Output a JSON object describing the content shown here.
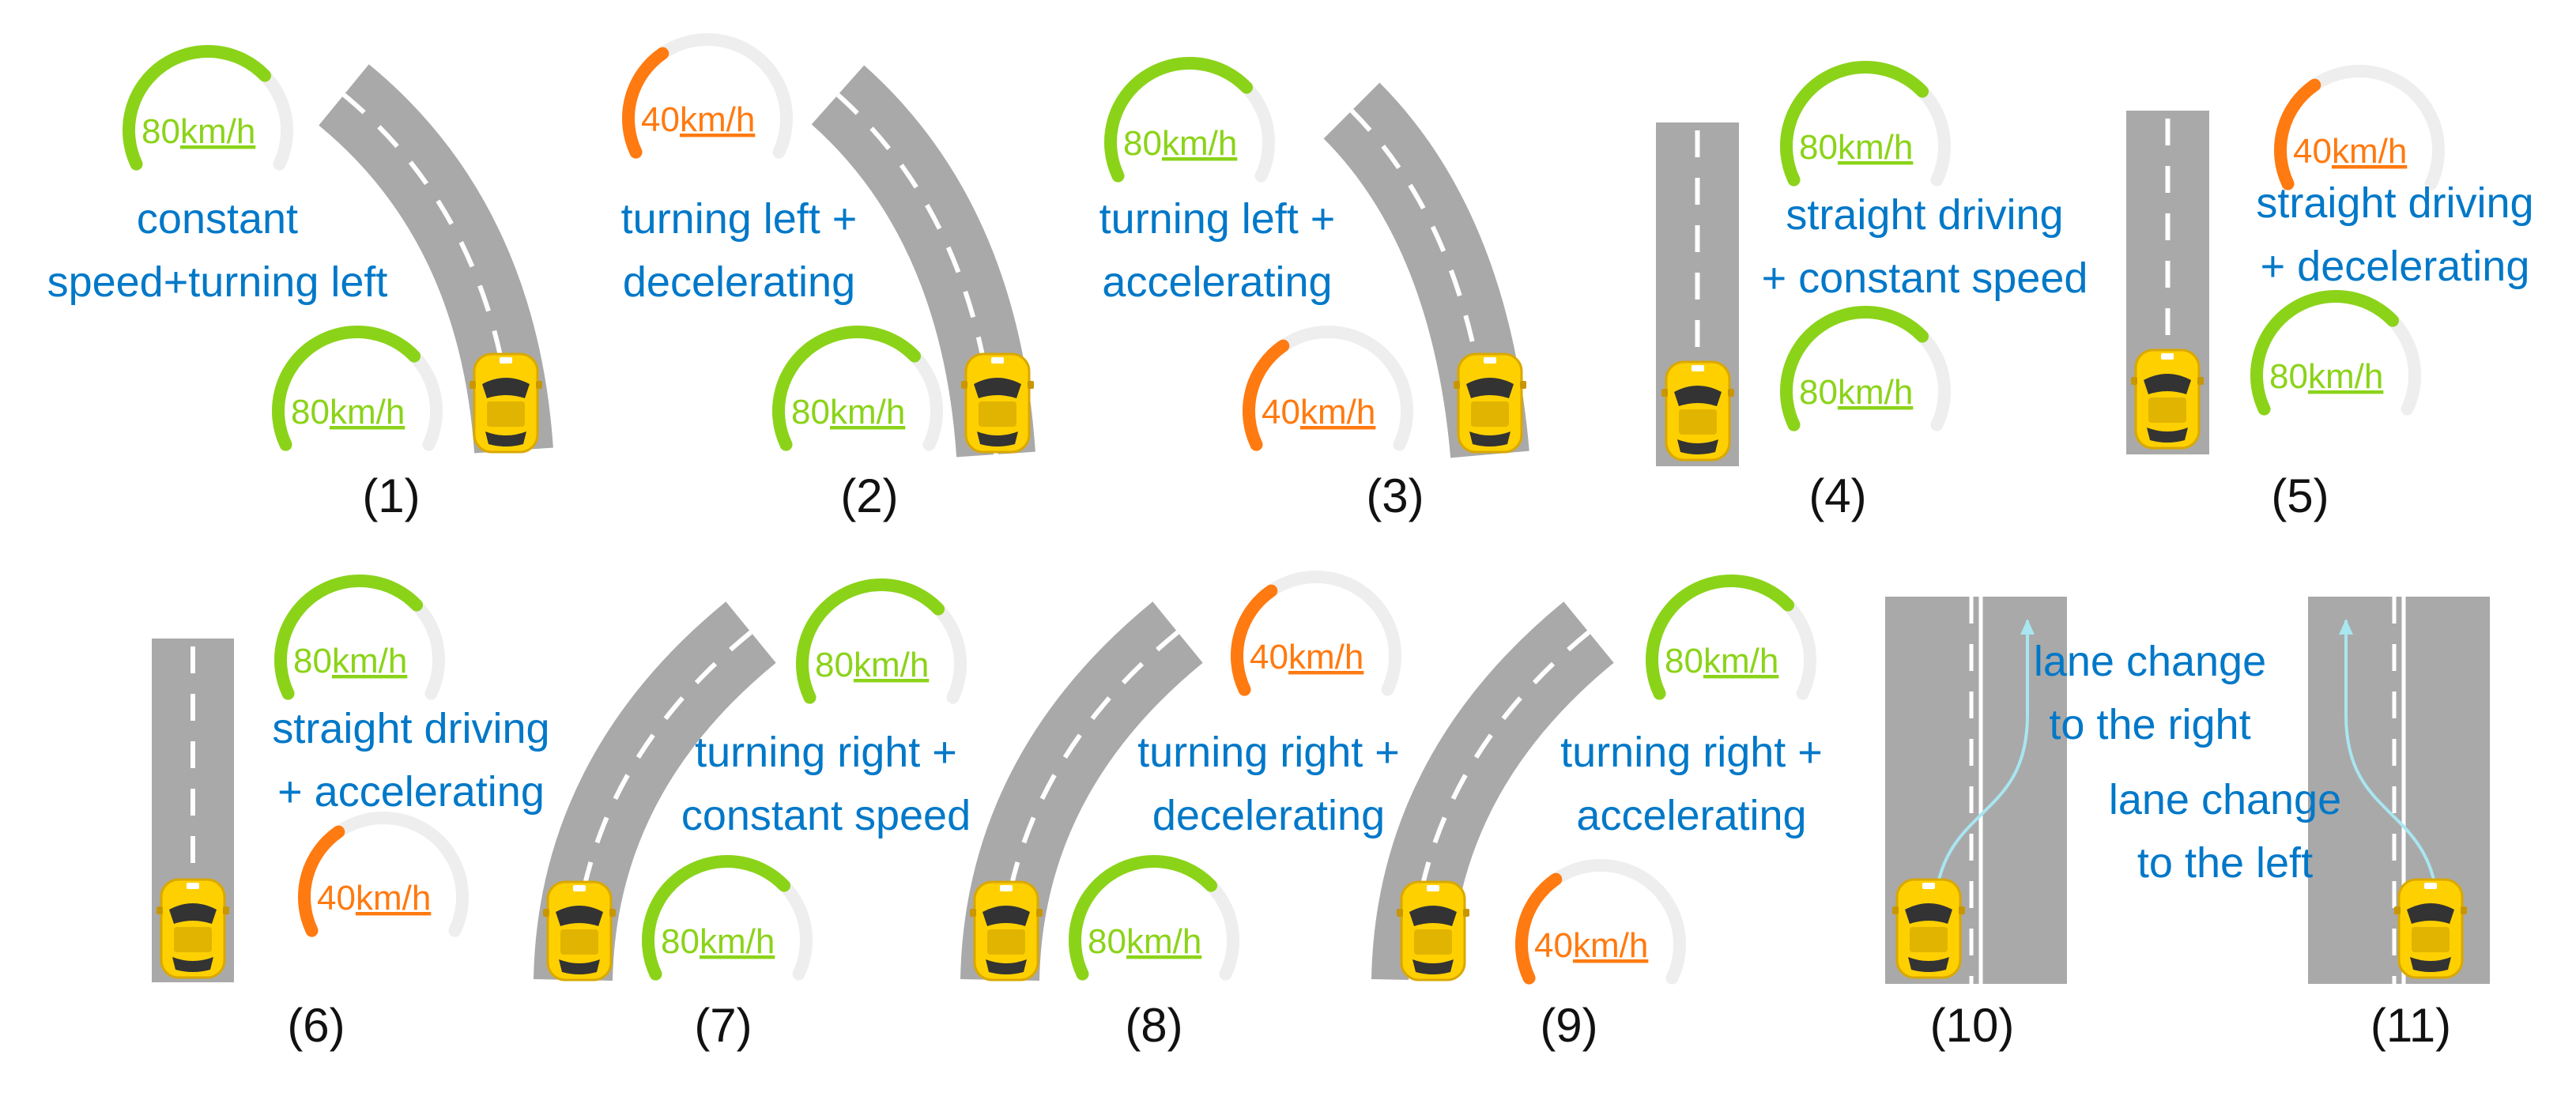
{
  "colors": {
    "green": "#8BD319",
    "orange": "#FF7A10",
    "blue": "#0078C8",
    "road": "#A9A9A9",
    "lane_mark": "#FFFFFF",
    "track": "#EEEEEE",
    "arrow": "#A8E6F0",
    "car_body": "#FFD000",
    "car_glass": "#333333",
    "label": "#111111"
  },
  "scenarios": [
    {
      "label": "(1)",
      "caption": [
        "constant",
        "speed+turning left"
      ],
      "road": "curve-left",
      "gauges": [
        {
          "value": 80,
          "unit": "km/h",
          "level": 0.7,
          "color": "green"
        },
        {
          "value": 80,
          "unit": "km/h",
          "level": 0.7,
          "color": "green"
        }
      ]
    },
    {
      "label": "(2)",
      "caption": [
        "turning left +",
        "decelerating"
      ],
      "road": "curve-left",
      "gauges": [
        {
          "value": 40,
          "unit": "km/h",
          "level": 0.35,
          "color": "orange"
        },
        {
          "value": 80,
          "unit": "km/h",
          "level": 0.7,
          "color": "green"
        }
      ]
    },
    {
      "label": "(3)",
      "caption": [
        "turning left +",
        "accelerating"
      ],
      "road": "curve-left",
      "gauges": [
        {
          "value": 80,
          "unit": "km/h",
          "level": 0.7,
          "color": "green"
        },
        {
          "value": 40,
          "unit": "km/h",
          "level": 0.35,
          "color": "orange"
        }
      ]
    },
    {
      "label": "(4)",
      "caption": [
        "straight driving",
        "+ constant speed"
      ],
      "road": "straight",
      "gauges": [
        {
          "value": 80,
          "unit": "km/h",
          "level": 0.7,
          "color": "green"
        },
        {
          "value": 80,
          "unit": "km/h",
          "level": 0.7,
          "color": "green"
        }
      ]
    },
    {
      "label": "(5)",
      "caption": [
        "straight driving",
        "+ decelerating"
      ],
      "road": "straight",
      "gauges": [
        {
          "value": 40,
          "unit": "km/h",
          "level": 0.35,
          "color": "orange"
        },
        {
          "value": 80,
          "unit": "km/h",
          "level": 0.7,
          "color": "green"
        }
      ]
    },
    {
      "label": "(6)",
      "caption": [
        "straight driving",
        "+ accelerating"
      ],
      "road": "straight",
      "gauges": [
        {
          "value": 80,
          "unit": "km/h",
          "level": 0.7,
          "color": "green"
        },
        {
          "value": 40,
          "unit": "km/h",
          "level": 0.35,
          "color": "orange"
        }
      ]
    },
    {
      "label": "(7)",
      "caption": [
        "turning right +",
        "constant speed"
      ],
      "road": "curve-right",
      "gauges": [
        {
          "value": 80,
          "unit": "km/h",
          "level": 0.7,
          "color": "green"
        },
        {
          "value": 80,
          "unit": "km/h",
          "level": 0.7,
          "color": "green"
        }
      ]
    },
    {
      "label": "(8)",
      "caption": [
        "turning right +",
        "decelerating"
      ],
      "road": "curve-right",
      "gauges": [
        {
          "value": 40,
          "unit": "km/h",
          "level": 0.35,
          "color": "orange"
        },
        {
          "value": 80,
          "unit": "km/h",
          "level": 0.7,
          "color": "green"
        }
      ]
    },
    {
      "label": "(9)",
      "caption": [
        "turning right +",
        "accelerating"
      ],
      "road": "curve-right",
      "gauges": [
        {
          "value": 80,
          "unit": "km/h",
          "level": 0.7,
          "color": "green"
        },
        {
          "value": 40,
          "unit": "km/h",
          "level": 0.35,
          "color": "orange"
        }
      ]
    },
    {
      "label": "(10)",
      "caption": [
        "lane change",
        "to the right"
      ],
      "road": "two-lane-right",
      "gauges": []
    },
    {
      "label": "(11)",
      "caption": [
        "lane change",
        "to the left"
      ],
      "road": "two-lane-left",
      "gauges": []
    }
  ]
}
